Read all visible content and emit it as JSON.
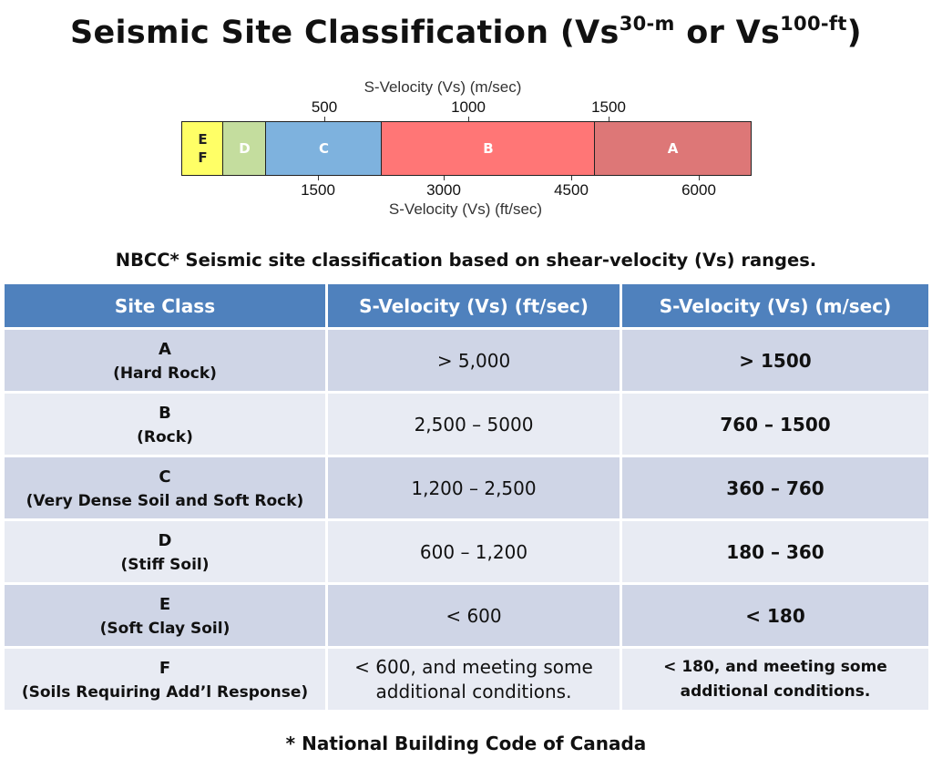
{
  "title": {
    "main": "Seismic Site Classification (Vs",
    "sup1": "30-m",
    "mid": " or Vs",
    "sup2": "100-ft",
    "end": ")"
  },
  "scale": {
    "top_axis_title": "S-Velocity (Vs) (m/sec)",
    "bottom_axis_title": "S-Velocity (Vs) (ft/sec)",
    "top_ticks": [
      "500",
      "1000",
      "1500"
    ],
    "bottom_ticks": [
      "1500",
      "3000",
      "4500",
      "6000"
    ],
    "bars": [
      {
        "label_top": "E",
        "label_bottom": "F",
        "color": "#ffff66",
        "text_color": "#222222"
      },
      {
        "label": "D",
        "color": "#c4dd9e",
        "text_color": "#ffffff"
      },
      {
        "label": "C",
        "color": "#7eb2de",
        "text_color": "#ffffff"
      },
      {
        "label": "B",
        "color": "#ff7676",
        "text_color": "#ffffff"
      },
      {
        "label": "A",
        "color": "#dd7777",
        "text_color": "#ffffff"
      }
    ]
  },
  "subtitle": "NBCC* Seismic site classification based on shear-velocity (Vs) ranges.",
  "table": {
    "headers": [
      "Site Class",
      "S-Velocity (Vs)  (ft/sec)",
      "S-Velocity (Vs) (m/sec)"
    ],
    "rows": [
      {
        "letter": "A",
        "desc": "(Hard Rock)",
        "ft": "> 5,000",
        "m": "> 1500"
      },
      {
        "letter": "B",
        "desc": "(Rock)",
        "ft": "2,500 – 5000",
        "m": "760 – 1500"
      },
      {
        "letter": "C",
        "desc": "(Very Dense Soil and Soft Rock)",
        "ft": "1,200 – 2,500",
        "m": "360 – 760"
      },
      {
        "letter": "D",
        "desc": "(Stiff Soil)",
        "ft": "600 – 1,200",
        "m": "180 – 360"
      },
      {
        "letter": "E",
        "desc": "(Soft Clay Soil)",
        "ft": "< 600",
        "m": "< 180"
      },
      {
        "letter": "F",
        "desc": "(Soils Requiring Add’l Response)",
        "ft_line1": "< 600, and meeting some",
        "ft_line2": "additional conditions.",
        "m_line1": "< 180, and meeting some",
        "m_line2": "additional conditions."
      }
    ]
  },
  "footnote": "* National Building Code of Canada",
  "colors": {
    "header_bg": "#4f81bd",
    "row_odd": "#cfd5e6",
    "row_even": "#e8ebf3"
  }
}
